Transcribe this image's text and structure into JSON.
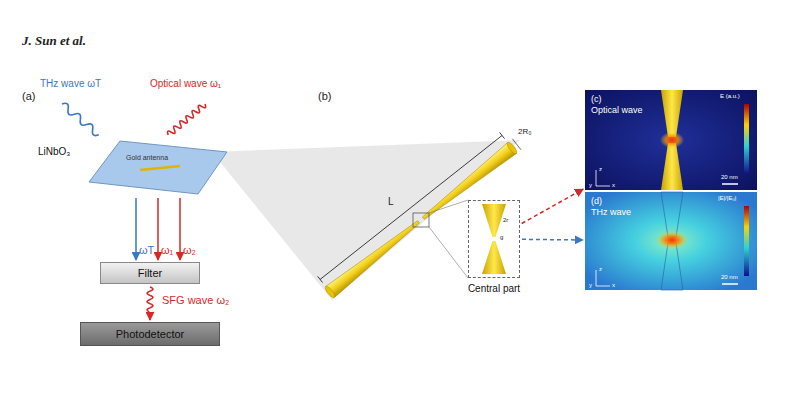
{
  "diagram": {
    "nodes": [
      {
        "text": [
          "LiNbO₃",
          "Gold antenna"
        ]
      },
      {
        "text": [
          "Filter"
        ]
      },
      {
        "text": [
          "Photodetector"
        ]
      },
      {
        "text": [
          "Central part"
        ]
      },
      {
        "text": [
          "(c)",
          "Optical wave"
        ]
      },
      {
        "text": [
          "(d)",
          "THz wave"
        ]
      }
    ],
    "edges": [
      {
        "from": 0,
        "to": 1,
        "arrow": "to",
        "label": "ωT"
      },
      {
        "from": 0,
        "to": 1,
        "arrow": "to",
        "label": "ω₁"
      },
      {
        "from": 0,
        "to": 1,
        "arrow": "to",
        "label": "ω₂"
      },
      {
        "from": 1,
        "to": 2,
        "arrow": "to",
        "label": "SFG wave ω₂"
      },
      {
        "from": 3,
        "to": 4,
        "arrow": "to"
      },
      {
        "from": 3,
        "to": 5,
        "arrow": "to"
      }
    ],
    "labels": [
      "J. Sun et al.",
      "(a)",
      "THz wave ωT",
      "Optical wave ω₁",
      "(b)",
      "L",
      "2R₀",
      "2r",
      "g",
      "E (a.u.)",
      "20 nm",
      "z",
      "y",
      "x",
      "|E|/|E₀|",
      "20 nm",
      "z",
      "y",
      "x"
    ]
  }
}
